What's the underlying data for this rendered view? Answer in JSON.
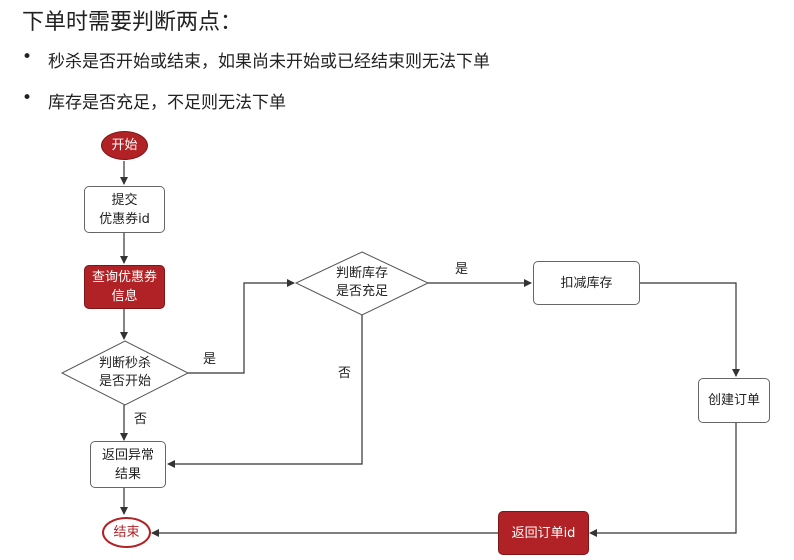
{
  "heading": "下单时需要判断两点：",
  "bullets": [
    "秒杀是否开始或结束，如果尚未开始或已经结束则无法下单",
    "库存是否充足，不足则无法下单"
  ],
  "bullet_marker": "•",
  "flowchart": {
    "start": "开始",
    "submit": "提交\n优惠券id",
    "query": "查询优惠券\n信息",
    "check_time": "判断秒杀\n是否开始",
    "check_stock": "判断库存\n是否充足",
    "deduct": "扣减库存",
    "create_order": "创建订单",
    "return_order": "返回订单id",
    "return_error": "返回异常\n结果",
    "end": "结束",
    "labels": {
      "yes_time": "是",
      "no_time": "否",
      "yes_stock": "是",
      "no_stock": "否"
    }
  },
  "colors": {
    "accent_red": "#b02225",
    "edge": "#333333",
    "node_border": "#666666"
  }
}
